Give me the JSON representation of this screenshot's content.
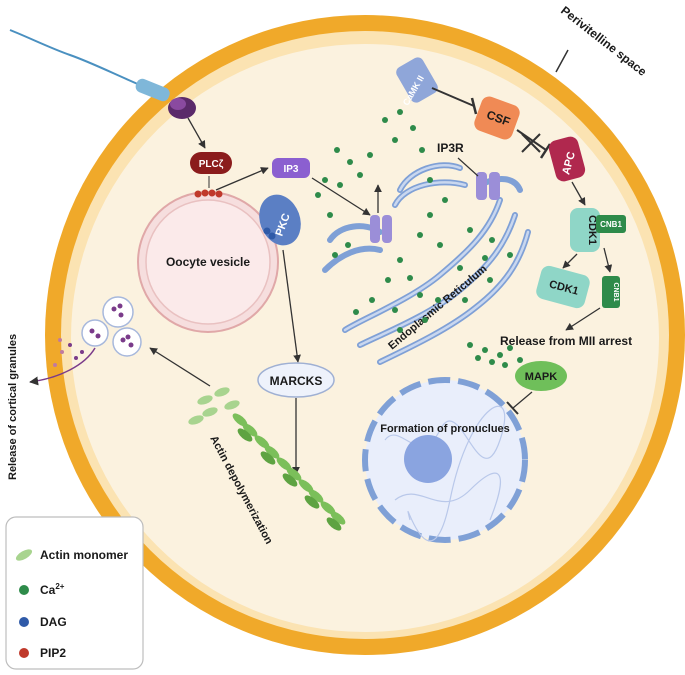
{
  "labels": {
    "perivitelline": "Perivitelline space",
    "camk": "CaMK II",
    "csf": "CSF",
    "apc": "APC",
    "ip3r": "IP3R",
    "plc": "PLCζ",
    "ip3": "IP3",
    "pkc": "PKC",
    "oocyte": "Oocyte vesicle",
    "er": "Endoplasmic Reticulum",
    "cdk1_a": "CDK1",
    "cnb1_a": "CNB1",
    "cdk1_b": "CDK1",
    "cnb1_b": "CNB1",
    "release_mii": "Release from MII arrest",
    "mapk": "MAPK",
    "pronucleus": "Formation of pronuclues",
    "marcks": "MARCKS",
    "actin_depol": "Actin depolymerization",
    "cortical": "Release of cortical granules"
  },
  "legend": {
    "items": [
      {
        "label": "Actin monomer",
        "sup": ""
      },
      {
        "label": "Ca",
        "sup": "2+"
      },
      {
        "label": "DAG",
        "sup": ""
      },
      {
        "label": "PIP2",
        "sup": ""
      }
    ]
  },
  "colors": {
    "zona": "#f0a92a",
    "cytoplasm": "#fbf2df",
    "er": "#7fa0d6",
    "calcium": "#2e8b4a",
    "dag": "#2f5aa8",
    "pip2": "#c0392b",
    "plc": "#8b1c1c",
    "ip3": "#8b5fd0",
    "pkc": "#5b7fc4",
    "csf": "#f08a55",
    "apc": "#b0284e",
    "cdk1": "#8fd6c7",
    "cnb1": "#2e8b4a",
    "mapk": "#6fbf5a",
    "nucleus": "#9fb6e8",
    "actin": "#7bbf5a"
  }
}
